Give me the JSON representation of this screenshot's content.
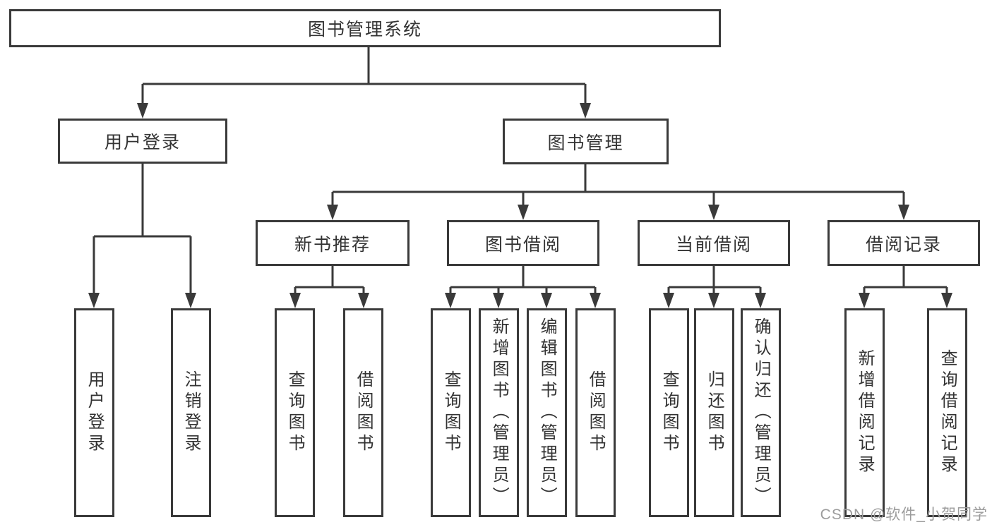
{
  "colors": {
    "line": "#3a3a3a",
    "box_border": "#3a3a3a",
    "text": "#333333",
    "watermark": "#9c9c9c",
    "background": "#ffffff"
  },
  "tree": {
    "label": "图书管理系统",
    "children": [
      {
        "label": "用户登录",
        "children": [
          {
            "label": "用户登录"
          },
          {
            "label": "注销登录"
          }
        ]
      },
      {
        "label": "图书管理",
        "children": [
          {
            "label": "新书推荐",
            "children": [
              {
                "label": "查询图书"
              },
              {
                "label": "借阅图书"
              }
            ]
          },
          {
            "label": "图书借阅",
            "children": [
              {
                "label": "查询图书"
              },
              {
                "label": "新增图书（管理员）"
              },
              {
                "label": "编辑图书（管理员）"
              },
              {
                "label": "借阅图书"
              }
            ]
          },
          {
            "label": "当前借阅",
            "children": [
              {
                "label": "查询图书"
              },
              {
                "label": "归还图书"
              },
              {
                "label": "确认归还（管理员）"
              }
            ]
          },
          {
            "label": "借阅记录",
            "children": [
              {
                "label": "新增借阅记录"
              },
              {
                "label": "查询借阅记录"
              }
            ]
          }
        ]
      }
    ]
  },
  "watermark": {
    "text": "CSDN @软件_小贺同学"
  }
}
